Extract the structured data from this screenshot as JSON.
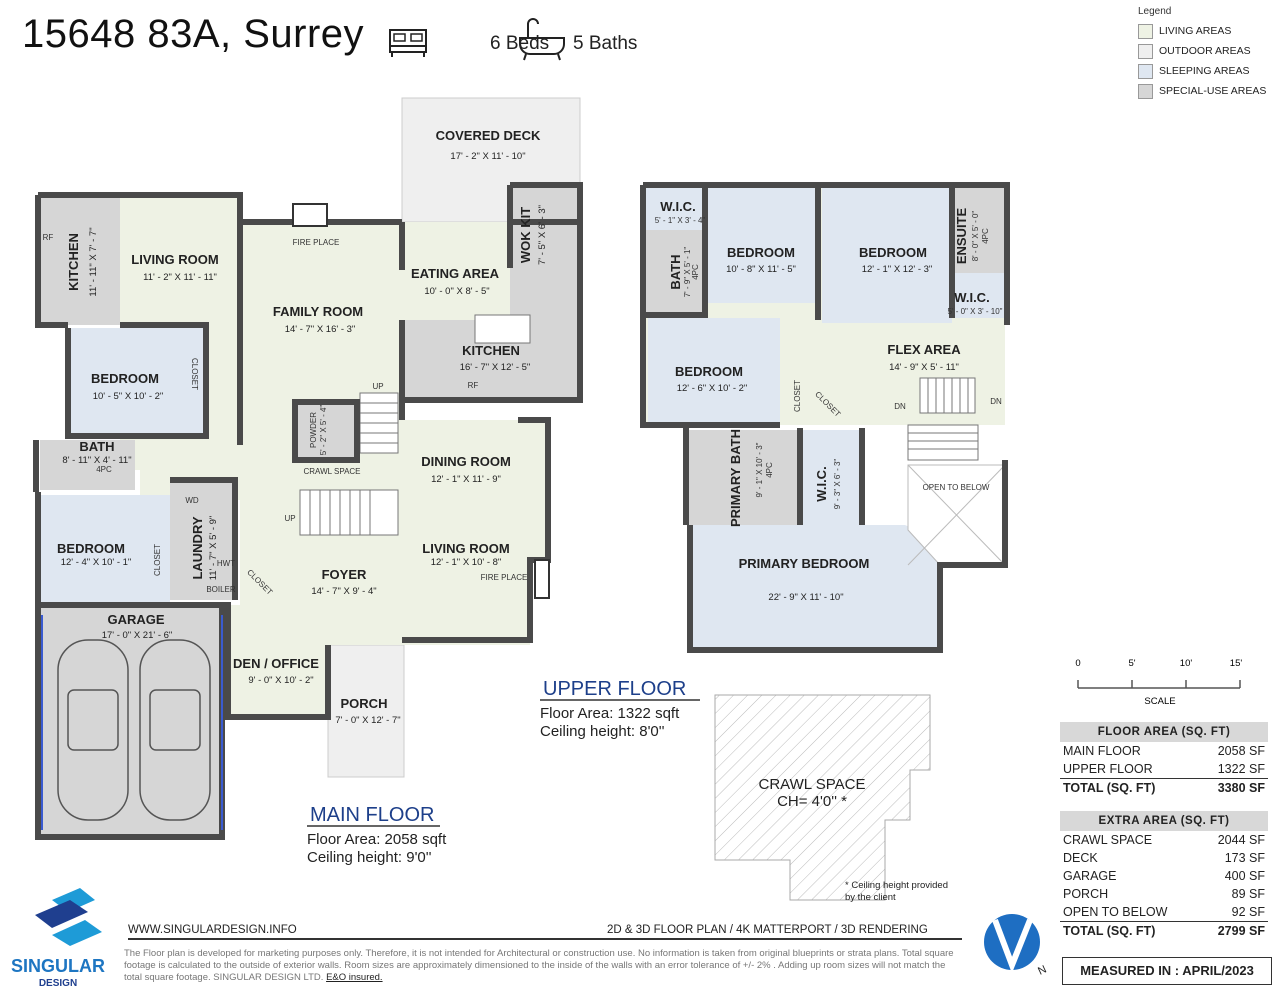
{
  "header": {
    "title": "15648 83A, Surrey",
    "beds": "6 Beds",
    "baths": "5 Baths"
  },
  "legend": {
    "title": "Legend",
    "items": [
      {
        "label": "LIVING AREAS",
        "color": "#eef2e4"
      },
      {
        "label": "OUTDOOR AREAS",
        "color": "#efefef"
      },
      {
        "label": "SLEEPING AREAS",
        "color": "#dfe7f1"
      },
      {
        "label": "SPECIAL-USE AREAS",
        "color": "#d6d6d6"
      }
    ]
  },
  "main_rooms": {
    "covered_deck": {
      "name": "COVERED DECK",
      "dim": "17' - 2\" X 11' - 10\""
    },
    "kitchen_small": {
      "name": "KITCHEN",
      "dim": "11' - 11\" X 7' - 7\""
    },
    "living_room_1": {
      "name": "LIVING ROOM",
      "dim": "11' - 2\" X 11' - 11\""
    },
    "family_room": {
      "name": "FAMILY ROOM",
      "dim": "14' - 7\" X 16' - 3\""
    },
    "fireplace_1": "FIRE PLACE",
    "eating_area": {
      "name": "EATING AREA",
      "dim": "10' - 0\" X 8' - 5\""
    },
    "wok_kit": {
      "name": "WOK KIT",
      "dim": "7' - 5\" X 6' - 3\""
    },
    "kitchen_main": {
      "name": "KITCHEN",
      "dim": "16' - 7\" X 12' - 5\""
    },
    "bedroom_1": {
      "name": "BEDROOM",
      "dim": "10' - 5\" X 10' - 2\""
    },
    "closet_1": "CLOSET",
    "powder": {
      "name": "POWDER",
      "dim": "5' - 2\" X 5' - 4\""
    },
    "crawl_space_small": "CRAWL SPACE",
    "up_1": "UP",
    "up_2": "UP",
    "dining_room": {
      "name": "DINING ROOM",
      "dim": "12' - 1\" X 11' - 9\""
    },
    "bath_main": {
      "name": "BATH",
      "dim": "8' - 11\" X 4' - 11\"",
      "sub": "4PC"
    },
    "rf_1": "RF",
    "rf_2": "RF",
    "wd": "WD",
    "hwt": "HWT",
    "boiler": "BOILER",
    "bedroom_2": {
      "name": "BEDROOM",
      "dim": "12' - 4\" X 10' - 1\""
    },
    "closet_2": "CLOSET",
    "laundry": {
      "name": "LAUNDRY",
      "dim": "11' - 7\" X 5' - 9\""
    },
    "closet_3": "CLOSET",
    "foyer": {
      "name": "FOYER",
      "dim": "14' - 7\" X 9' - 4\""
    },
    "living_room_2": {
      "name": "LIVING ROOM",
      "dim": "12' - 1\" X 10' - 8\""
    },
    "fireplace_2": "FIRE PLACE",
    "garage": {
      "name": "GARAGE",
      "dim": "17' - 0\" X 21' - 6\""
    },
    "den": {
      "name": "DEN / OFFICE",
      "dim": "9' - 0\" X 10' - 2\""
    },
    "porch": {
      "name": "PORCH",
      "dim": "7' - 0\" X 12' - 7\""
    }
  },
  "upper_rooms": {
    "wic_1": {
      "name": "W.I.C.",
      "dim": "5' - 1\" X 3' - 4\""
    },
    "bath_upper": {
      "name": "BATH",
      "dim": "7' - 9\" X 5' - 1\"",
      "sub": "4PC"
    },
    "bedroom_3": {
      "name": "BEDROOM",
      "dim": "10' - 8\" X 11' - 5\""
    },
    "bedroom_4": {
      "name": "BEDROOM",
      "dim": "12' - 1\" X 12' - 3\""
    },
    "ensuite": {
      "name": "ENSUITE",
      "dim": "8' - 0\" X 5' - 0\"",
      "sub": "4PC"
    },
    "wic_2": {
      "name": "W.I.C.",
      "dim": "5' - 0\" X 3' - 10\""
    },
    "bedroom_5": {
      "name": "BEDROOM",
      "dim": "12' - 6\" X 10' - 2\""
    },
    "closet_4": "CLOSET",
    "closet_5": "CLOSET",
    "flex_area": {
      "name": "FLEX AREA",
      "dim": "14' - 9\" X 5' - 11\""
    },
    "dn_1": "DN",
    "dn_2": "DN",
    "primary_bath": {
      "name": "PRIMARY BATH",
      "dim": "9' - 1\" X 10' - 3\"",
      "sub": "4PC"
    },
    "wic_3": {
      "name": "W.I.C.",
      "dim": "9' - 3\" X 6' - 3\""
    },
    "open_to_below": "OPEN TO BELOW",
    "primary_bedroom": {
      "name": "PRIMARY BEDROOM",
      "dim": "22' - 9\" X 11' - 10\""
    }
  },
  "floors": {
    "main": {
      "name": "MAIN FLOOR",
      "area": "Floor Area: 2058 sqft",
      "ceiling": "Ceiling height: 9'0''"
    },
    "upper": {
      "name": "UPPER FLOOR",
      "area": "Floor Area: 1322 sqft",
      "ceiling": "Ceiling height: 8'0''"
    }
  },
  "crawl_space": {
    "label": "CRAWL SPACE",
    "ch": "CH= 4'0'' *",
    "note": "* Ceiling height provided by the client"
  },
  "scale": {
    "ticks": [
      "0",
      "5'",
      "10'",
      "15'"
    ],
    "label": "SCALE"
  },
  "floor_area_table": {
    "header": "FLOOR AREA (SQ. FT)",
    "rows": [
      {
        "label": "MAIN FLOOR",
        "value": "2058 SF"
      },
      {
        "label": "UPPER FLOOR",
        "value": "1322 SF"
      }
    ],
    "total": {
      "label": "TOTAL (SQ. FT)",
      "value": "3380 SF"
    }
  },
  "extra_area_table": {
    "header": "EXTRA AREA (SQ. FT)",
    "rows": [
      {
        "label": "CRAWL SPACE",
        "value": "2044 SF"
      },
      {
        "label": "DECK",
        "value": "173 SF"
      },
      {
        "label": "GARAGE",
        "value": "400 SF"
      },
      {
        "label": "PORCH",
        "value": "89 SF"
      },
      {
        "label": "OPEN TO BELOW",
        "value": "92 SF"
      }
    ],
    "total": {
      "label": "TOTAL (SQ. FT)",
      "value": "2799 SF"
    }
  },
  "measured": "MEASURED IN : APRIL/2023",
  "footer": {
    "website": "WWW.SINGULARDESIGN.INFO",
    "services": "2D & 3D FLOOR PLAN / 4K MATTERPORT / 3D RENDERING",
    "logo_text": "SINGULAR",
    "logo_sub": "DESIGN",
    "disclaimer": "The Floor plan is developed for marketing purposes only. Therefore, it is not intended for Architectural or construction use. No information is taken from original blueprints or strata plans. Total square footage is calculated to the outside of exterior walls. Room sizes are approximately dimensioned to the inside of the walls with an error tolerance of +/- 2% . Adding up room sizes will not match the total square footage. SINGULAR DESIGN LTD.",
    "eo": "E&O insured.",
    "compass": "N"
  },
  "colors": {
    "living": "#eef2e4",
    "sleeping": "#dfe7f1",
    "special": "#d6d6d6",
    "outdoor": "#efefef",
    "wall": "#4a4a4a",
    "accent": "#1d3f8a"
  }
}
